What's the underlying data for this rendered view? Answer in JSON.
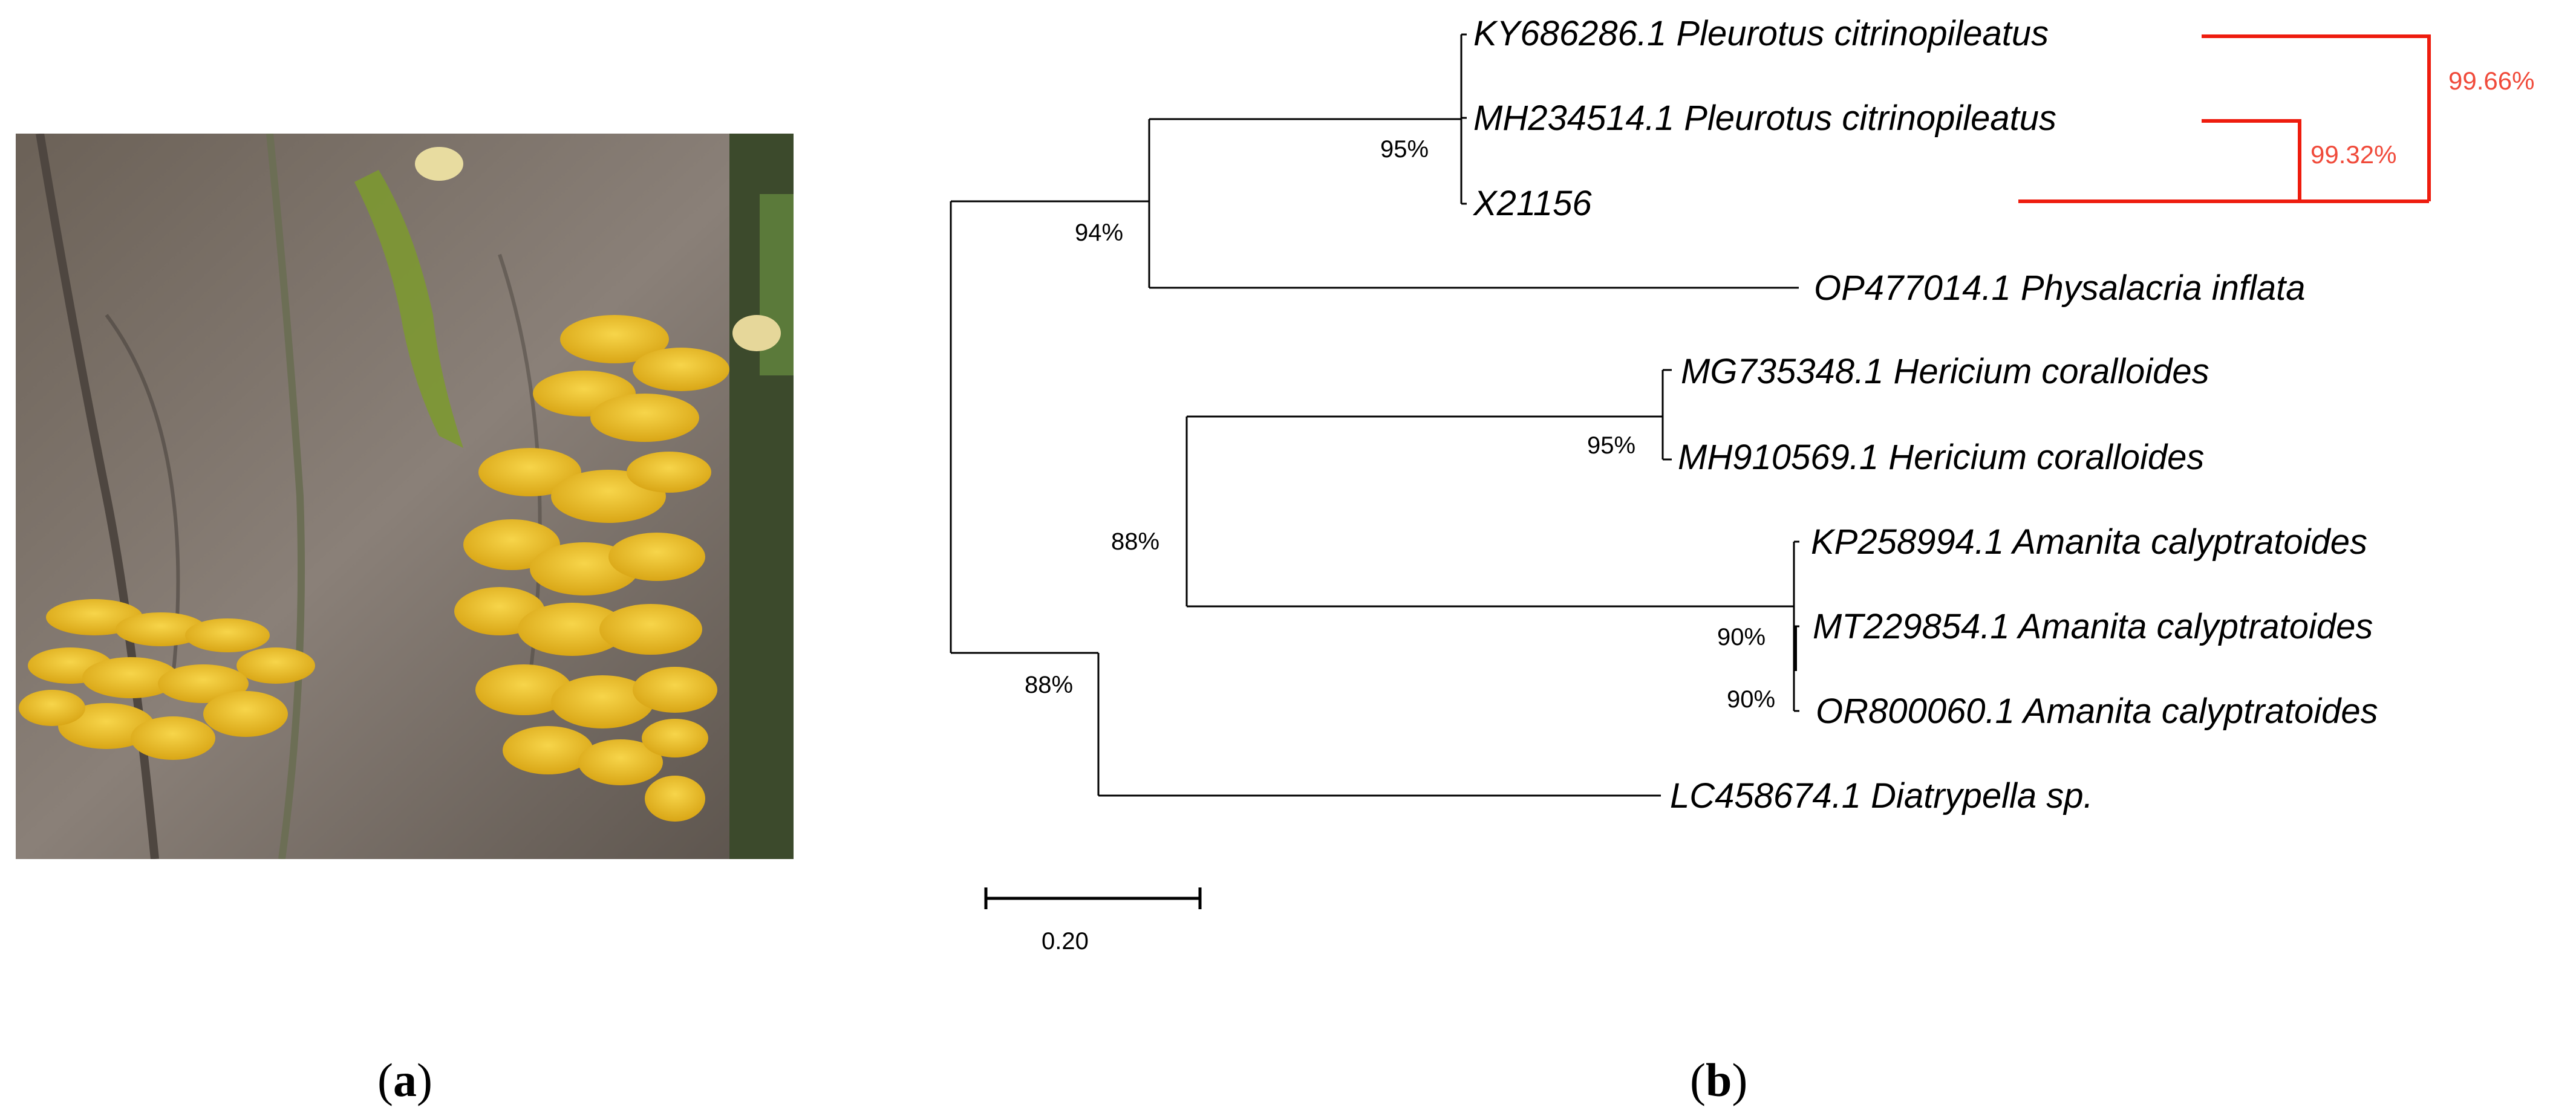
{
  "captions": {
    "a": "a",
    "b": "b"
  },
  "photo": {
    "description_icon": "yellow-oyster-mushroom-photo-icon"
  },
  "tree": {
    "taxa": [
      "KY686286.1 Pleurotus citrinopileatus",
      "MH234514.1 Pleurotus citrinopileatus",
      "X21156",
      "OP477014.1 Physalacria inflata",
      "MG735348.1 Hericium coralloides",
      "MH910569.1 Hericium coralloides",
      "KP258994.1 Amanita calyptratoides",
      "MT229854.1 Amanita calyptratoides",
      "OR800060.1 Amanita calyptratoides",
      "LC458674.1 Diatrypella sp."
    ],
    "bootstrap": {
      "pleurotus_clade": "95%",
      "pleurotus_physalacria": "94%",
      "hericium_clade": "95%",
      "hericium_amanita": "88%",
      "root_inner": "88%",
      "amanita_1": "90%",
      "amanita_2": "90%"
    },
    "similarity": {
      "outer": "99.66%",
      "inner": "99.32%"
    },
    "scale_bar": "0.20",
    "colors": {
      "line": "#000000",
      "similarity": "#ee1c0e",
      "similarity_text": "#f04a3a"
    }
  }
}
